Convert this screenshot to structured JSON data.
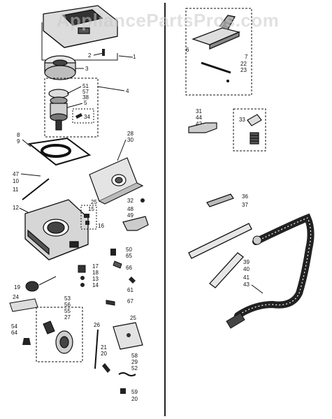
{
  "watermark": "AppliancePartsPros.com",
  "callouts": {
    "c1": "1",
    "c2": "2",
    "c3": "3",
    "c4": "4",
    "c51": "51",
    "c57": "57",
    "c38": "38",
    "c5": "5",
    "c34": "34",
    "c8": "8",
    "c9": "9",
    "c28": "28",
    "c30": "30",
    "c47": "47",
    "c10": "10",
    "c11": "11",
    "c25a": "25",
    "c12": "12",
    "c15": "15",
    "c16": "16",
    "c32": "32",
    "c48": "48",
    "c49": "49",
    "c50": "50",
    "c65": "65",
    "c66": "66",
    "c17": "17",
    "c18": "18",
    "c13": "13",
    "c14": "14",
    "c19": "19",
    "c61": "61",
    "c24": "24",
    "c53": "53",
    "c56": "56",
    "c55": "55",
    "c27": "27",
    "c67": "67",
    "c25b": "25",
    "c54": "54",
    "c64": "64",
    "c26": "26",
    "c21": "21",
    "c20a": "20",
    "c58": "58",
    "c29": "29",
    "c52": "52",
    "c59": "59",
    "c20b": "20",
    "c6": "6",
    "c7": "7",
    "c22": "22",
    "c23": "23",
    "c31": "31",
    "c44": "44",
    "c42": "42",
    "c33": "33",
    "c36": "36",
    "c37": "37",
    "c39": "39",
    "c40": "40",
    "c41": "41",
    "c43": "43"
  }
}
